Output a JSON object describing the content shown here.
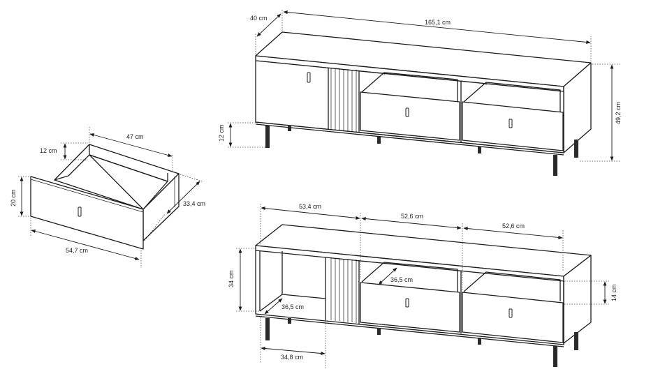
{
  "drawing": {
    "title": "",
    "views": [
      "drawer",
      "cabinet-front",
      "cabinet-open"
    ]
  },
  "drawer": {
    "depth_label": "47 cm",
    "inner_height_label": "12 cm",
    "front_height_label": "20 cm",
    "side_depth_label": "33,4 cm",
    "width_label": "54,7 cm"
  },
  "cabinet_top": {
    "depth_label": "40 cm",
    "width_label": "165,1 cm",
    "leg_height_label": "12 cm",
    "height_label": "49,2 cm"
  },
  "cabinet_bottom": {
    "left_section_label": "53,4 cm",
    "mid_section_label": "52,6 cm",
    "right_section_label": "52,6 cm",
    "open_height_label": "34 cm",
    "shelf_depth_mid_label": "36,5 cm",
    "shelf_depth_left_label": "36,5 cm",
    "opening_width_label": "34,8 cm",
    "drawer_height_label": "14 cm"
  }
}
